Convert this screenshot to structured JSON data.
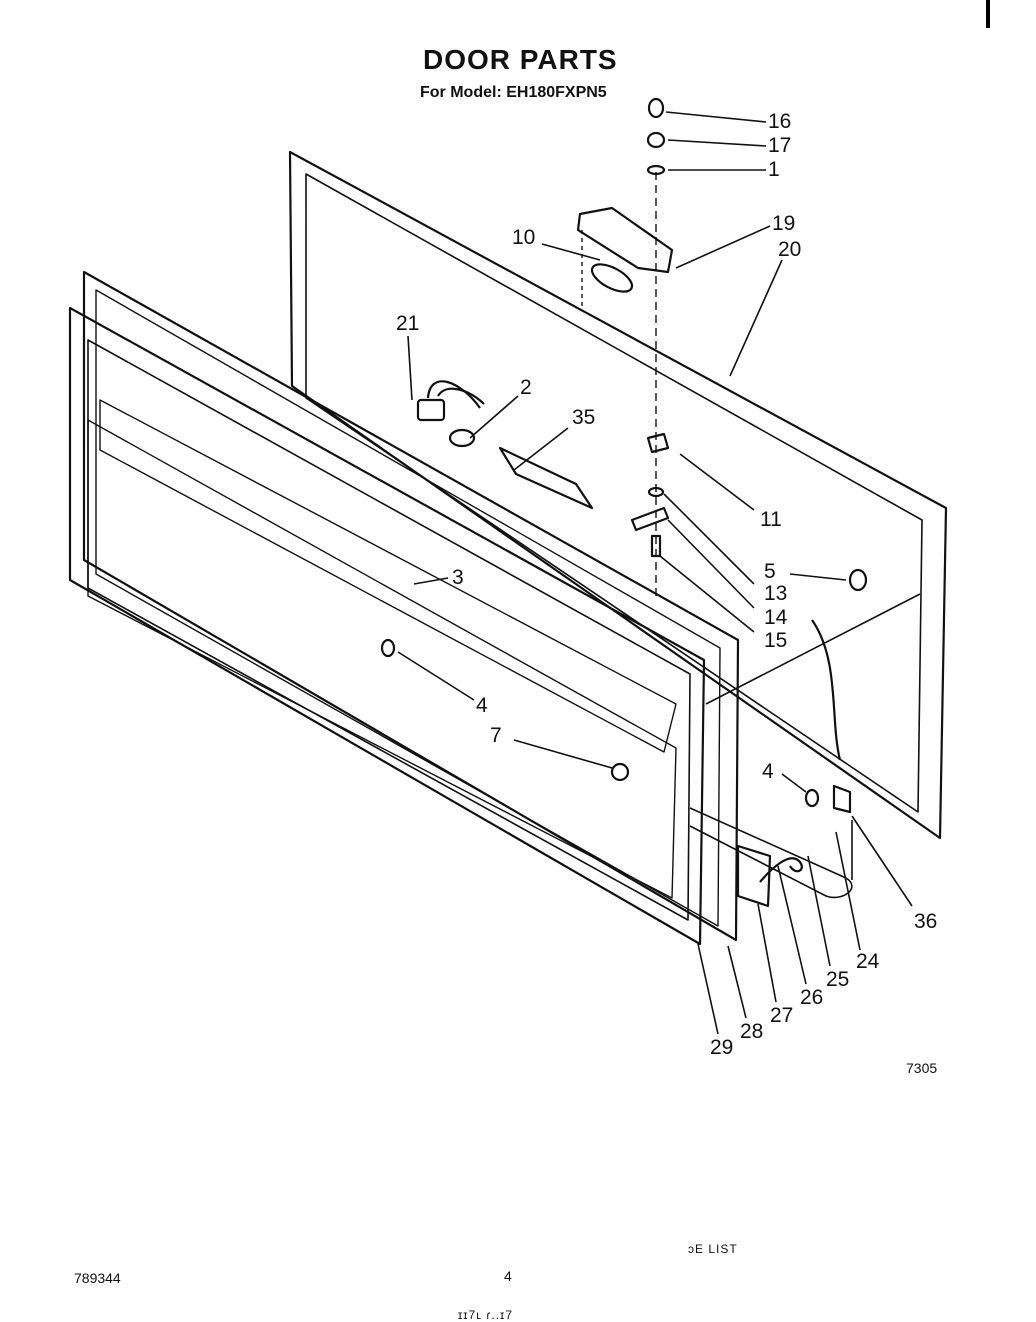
{
  "header": {
    "title": "DOOR PARTS",
    "subtitle": "For Model: EH180FXPN5"
  },
  "diagram": {
    "figure_number": "7305",
    "callouts": {
      "c16": "16",
      "c17": "17",
      "c1": "1",
      "c19": "19",
      "c20": "20",
      "c10": "10",
      "c21": "21",
      "c2": "2",
      "c35": "35",
      "c11": "11",
      "c5": "5",
      "c13": "13",
      "c14": "14",
      "c15": "15",
      "c3": "3",
      "c4a": "4",
      "c7": "7",
      "c4b": "4",
      "c36": "36",
      "c24": "24",
      "c25": "25",
      "c26": "26",
      "c27": "27",
      "c28": "28",
      "c29": "29"
    }
  },
  "footer": {
    "left": "789344",
    "center": "4",
    "right": "ɔE LIST",
    "bottom": "ɪɪ7ʟ ɾ..ɪ7"
  }
}
